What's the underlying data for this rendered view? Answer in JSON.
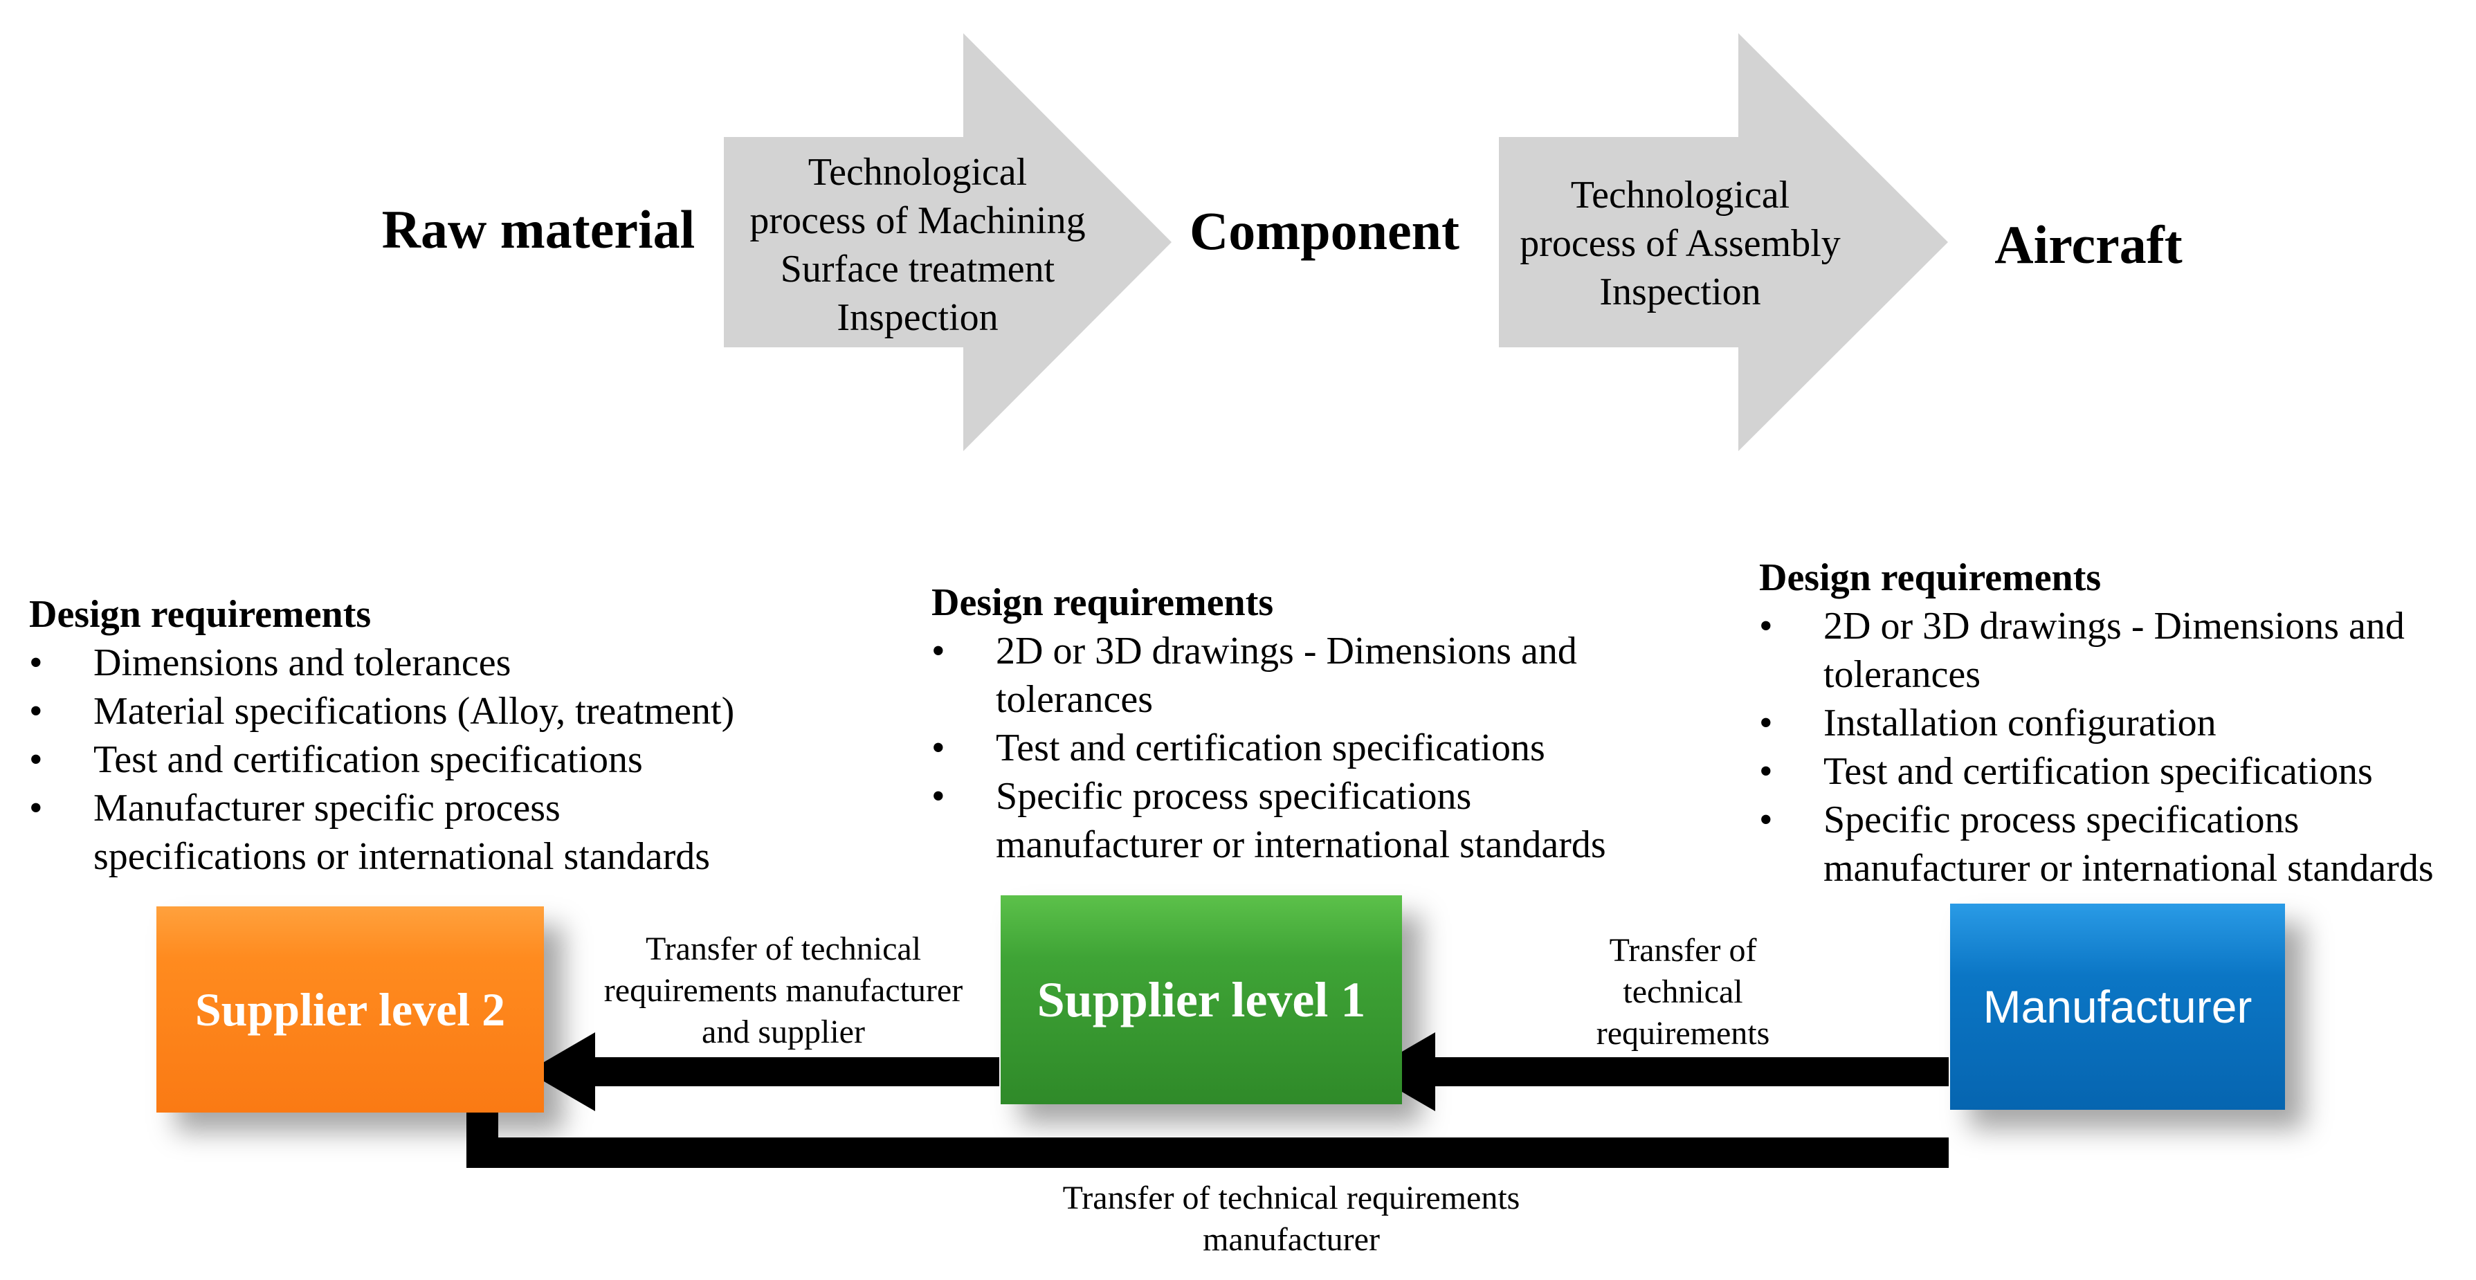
{
  "stages": {
    "raw_material": "Raw material",
    "component": "Component",
    "aircraft": "Aircraft"
  },
  "processes": {
    "machining": [
      "Technological",
      "process of Machining",
      "Surface treatment",
      "Inspection"
    ],
    "assembly": [
      "Technological",
      "process of Assembly",
      "Inspection"
    ]
  },
  "requirements": {
    "supplier_level_2": {
      "title": "Design requirements",
      "items": [
        "Dimensions and tolerances",
        "Material specifications (Alloy, treatment)",
        "Test and certification specifications",
        "Manufacturer specific process specifications or international standards"
      ]
    },
    "supplier_level_1": {
      "title": "Design requirements",
      "items": [
        "2D or 3D drawings - Dimensions and tolerances",
        "Test and certification specifications",
        "Specific process specifications manufacturer or international standards"
      ]
    },
    "manufacturer": {
      "title": "Design requirements",
      "items": [
        "2D or 3D drawings - Dimensions and tolerances",
        "Installation configuration",
        "Test and certification specifications",
        "Specific process specifications manufacturer or international standards"
      ]
    }
  },
  "boxes": {
    "supplier_level_2": "Supplier level 2",
    "supplier_level_1": "Supplier level 1",
    "manufacturer": "Manufacturer"
  },
  "transfers": {
    "s1_to_s2": [
      "Transfer of technical",
      "requirements manufacturer",
      "and supplier"
    ],
    "mf_to_s1": [
      "Transfer of",
      "technical",
      "requirements"
    ],
    "mf_to_s2": [
      "Transfer of technical requirements",
      "manufacturer"
    ]
  },
  "colors": {
    "process_arrow": "#d3d3d3",
    "connector": "#000000",
    "supplier_level_2": "#fa7a14",
    "supplier_level_1": "#2f8a29",
    "manufacturer": "#0665b0"
  }
}
